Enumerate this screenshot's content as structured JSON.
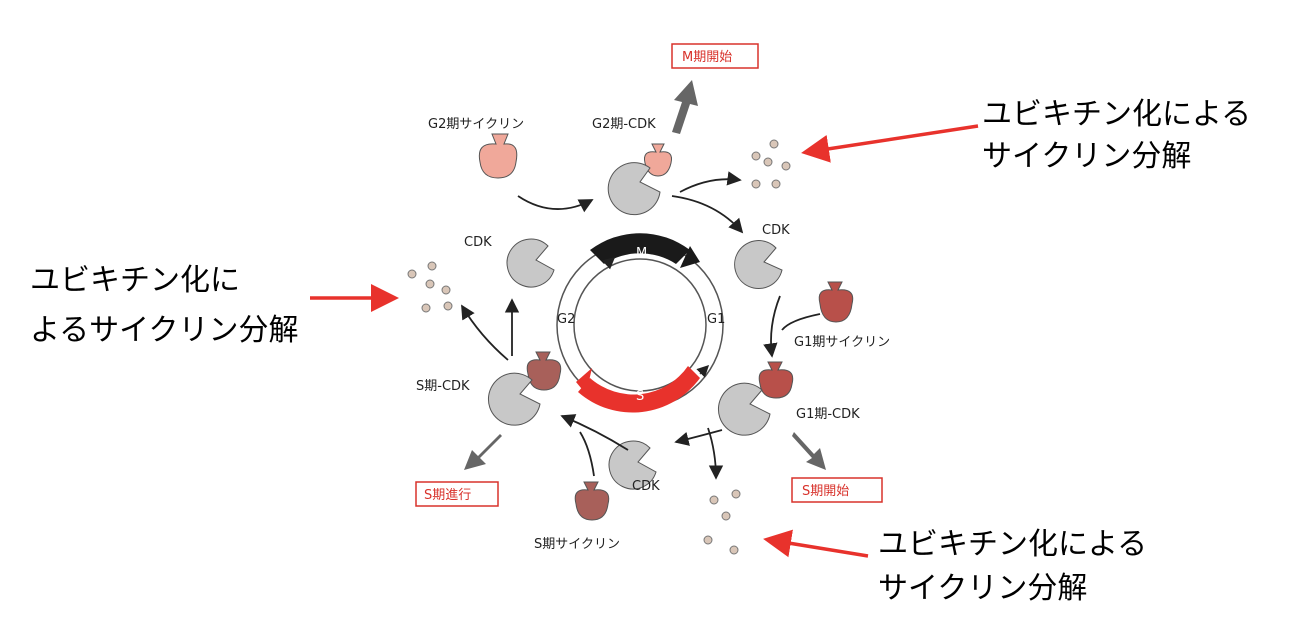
{
  "phases": {
    "M": "M",
    "G1": "G1",
    "S": "S",
    "G2": "G2"
  },
  "labels": {
    "g2_cyclin": "G2期サイクリン",
    "g2_cdk": "G2期-CDK",
    "cdk_top_right": "CDK",
    "g1_cyclin": "G1期サイクリン",
    "g1_cdk": "G1期-CDK",
    "cdk_bottom": "CDK",
    "s_cyclin": "S期サイクリン",
    "s_cdk": "S期-CDK",
    "cdk_left": "CDK"
  },
  "outputs": {
    "m_start": "M期開始",
    "s_start": "S期開始",
    "s_progress": "S期進行"
  },
  "annotations": {
    "top_right": [
      "ユビキチン化による",
      "サイクリン分解"
    ],
    "left": [
      "ユビキチン化に",
      "よるサイクリン分解"
    ],
    "bottom_right": [
      "ユビキチン化による",
      "サイクリン分解"
    ]
  },
  "colors": {
    "m_phase": "#1a1a1a",
    "s_phase": "#e8322c",
    "accent_red": "#d8322b",
    "cdk_gray": "#c8c8c8",
    "g2_cyclin": "#f0a89a",
    "g1_cyclin": "#b8504a",
    "s_cyclin": "#a8605a"
  }
}
